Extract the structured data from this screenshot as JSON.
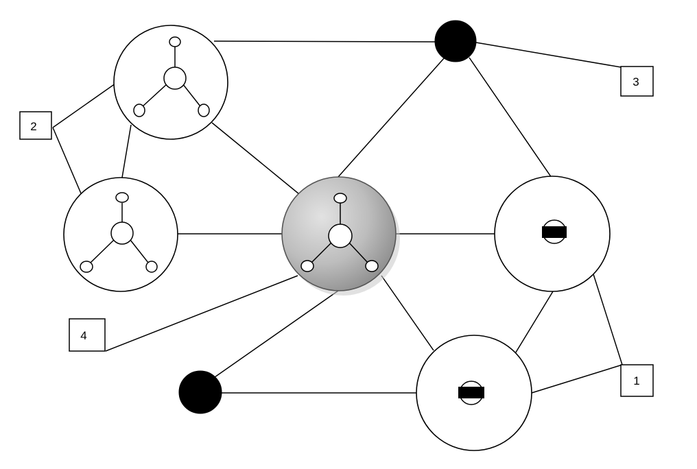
{
  "labels": {
    "label_1": "1",
    "label_2": "2",
    "label_3": "3",
    "label_4": "4"
  },
  "colors": {
    "stroke": "#000000",
    "fill": "#ffffff",
    "center_gradient_light": "#dcdcdc",
    "center_gradient_dark": "#8a8a8a"
  },
  "icons": {
    "tri_node": "three-branch-node-icon",
    "minus_node": "minus-sign-node-icon"
  }
}
